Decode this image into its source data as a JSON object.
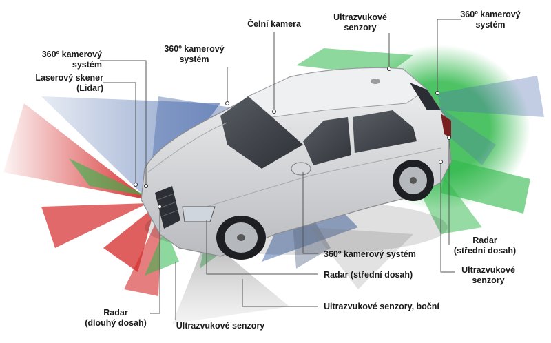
{
  "labels": {
    "camera360_left": "360º kamerový\nsystém",
    "lidar": "Laserový skener\n(Lidar)",
    "camera360_mirror": "360º kamerový\nsystém",
    "front_camera": "Čelní kamera",
    "ultrasonic_top": "Ultrazvukové\nsenzory",
    "camera360_right": "360º kamerový\nsystém",
    "radar_mid_rear": "Radar\n(střední dosah)",
    "ultrasonic_rear": "Ultrazvukové\nsenzory",
    "camera360_bottom": "360º kamerový systém",
    "radar_mid_front": "Radar (střední dosah)",
    "ultrasonic_side": "Ultrazvukové senzory, boční",
    "radar_long": "Radar\n(dlouhý dosah)",
    "ultrasonic_front": "Ultrazvukové senzory"
  },
  "colors": {
    "radar": "#d42a2a",
    "ultrasonic": "#2fb84a",
    "camera": "#4f6fae",
    "lidar": "#7d8fa8",
    "car_body": "#dcdde0",
    "leader": "#555555"
  }
}
